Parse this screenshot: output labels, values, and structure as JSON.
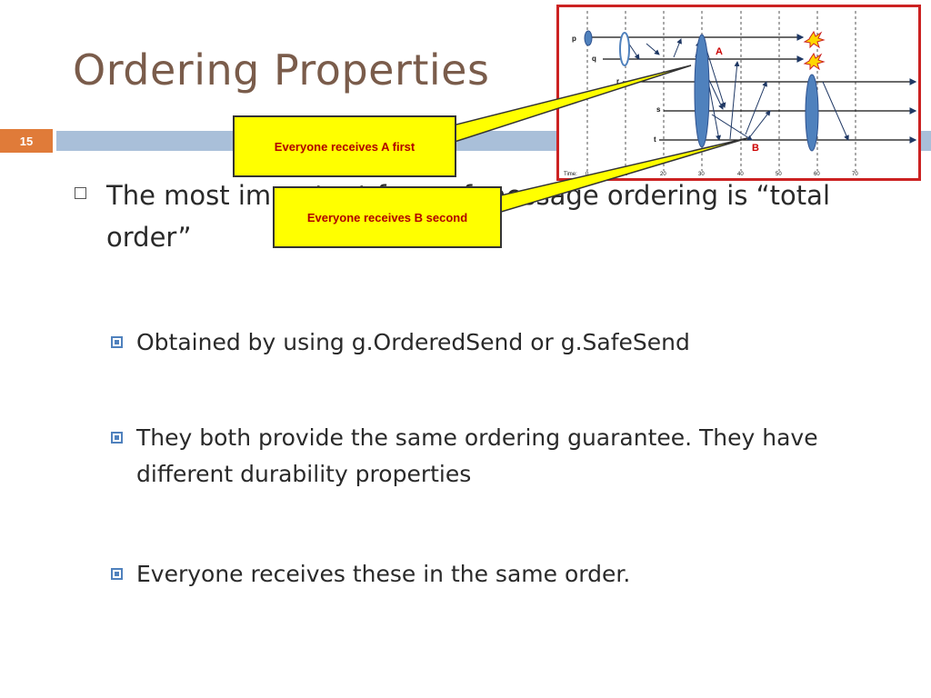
{
  "slide": {
    "title": "Ordering Properties",
    "number": "15"
  },
  "bullets": {
    "main": "The most important form of message ordering is “total order”",
    "sub": [
      "Obtained by using g.OrderedSend or g.SafeSend",
      "They both provide the same ordering guarantee.  They have different durability properties",
      "Everyone receives these in the same order."
    ]
  },
  "callouts": {
    "a": "Everyone receives A first",
    "b": "Everyone receives B second"
  },
  "diagram": {
    "processes": [
      "p",
      "q",
      "r",
      "s",
      "t"
    ],
    "time_label": "Time:",
    "time_ticks": [
      "0",
      "10",
      "20",
      "30",
      "40",
      "50",
      "60",
      "70"
    ],
    "label_a": "A",
    "label_b": "B",
    "colors": {
      "frame": "#cc2222",
      "ellipse": "#4f81bd",
      "label": "#cc0000",
      "crash": "#ffd700"
    }
  }
}
